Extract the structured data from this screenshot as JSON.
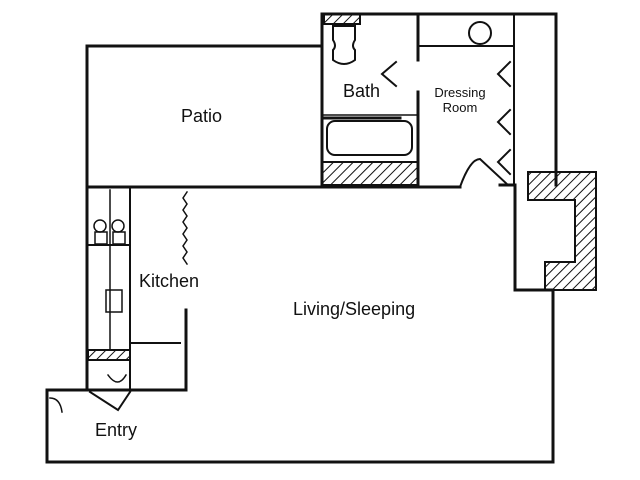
{
  "rooms": {
    "patio": "Patio",
    "bath": "Bath",
    "dressing_line1": "Dressing",
    "dressing_line2": "Room",
    "kitchen": "Kitchen",
    "living": "Living/Sleeping",
    "entry": "Entry"
  },
  "colors": {
    "ink": "#111111",
    "background": "#ffffff"
  }
}
